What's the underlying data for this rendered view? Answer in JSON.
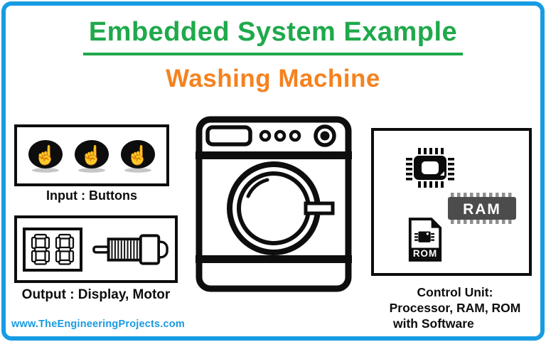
{
  "header": {
    "title": "Embedded System Example",
    "subtitle": "Washing Machine",
    "title_color": "#1fa94b",
    "subtitle_color": "#f5821f",
    "frame_color": "#179ce4"
  },
  "input_section": {
    "label": "Input : Buttons",
    "button_count": "3",
    "icon": "press-button-icon"
  },
  "output_section": {
    "label": "Output : Display, Motor",
    "display_value": "88",
    "icons": "seven-segment-display-icon, motor-icon"
  },
  "machine": {
    "icon": "washing-machine-icon"
  },
  "control_section": {
    "line1": "Control Unit:",
    "line2": "Processor, RAM, ROM",
    "line3": "with Software",
    "ram_label": "RAM",
    "rom_label": "ROM",
    "icons": "processor-chip-icon, ram-chip-icon, rom-file-icon",
    "ram_body_color": "#4c4c4c",
    "ram_pin_color": "#8f8f8f"
  },
  "footer": {
    "watermark": "www.TheEngineeringProjects.com",
    "watermark_color": "#189ae0"
  }
}
